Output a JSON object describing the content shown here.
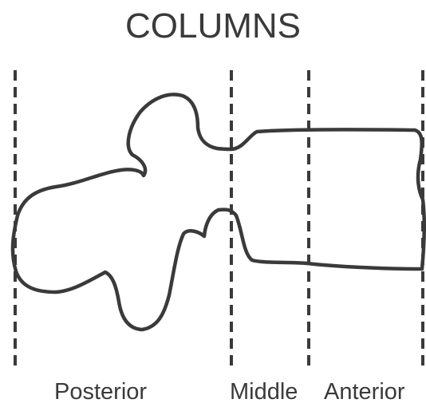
{
  "title": "COLUMNS",
  "labels": {
    "posterior": "Posterior",
    "middle": "Middle",
    "anterior": "Anterior"
  },
  "colors": {
    "stroke": "#3a3a3a",
    "background": "#ffffff"
  }
}
